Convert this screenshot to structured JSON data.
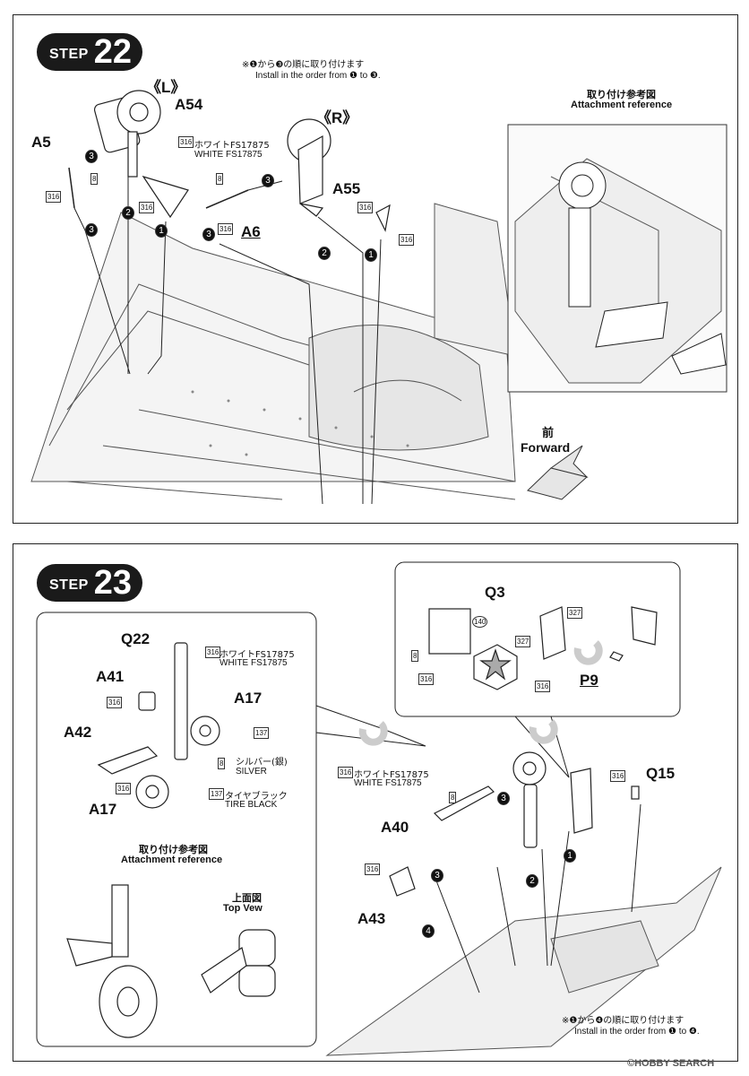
{
  "step22": {
    "badge_word": "STEP",
    "badge_num": "22",
    "note_jp": "※❶から❸の順に取り付けます",
    "note_en": "Install in the order from ❶ to ❸.",
    "label_L": "《L》",
    "label_R": "《R》",
    "parts": {
      "a54": "A54",
      "a5": "A5",
      "a55": "A55",
      "a6": "A6"
    },
    "paint_white_code": "316",
    "paint_white_jp": "ホワイトFS17875",
    "paint_white_en": "WHITE FS17875",
    "paint_code_8": "8",
    "ref_jp": "取り付け参考図",
    "ref_en": "Attachment reference",
    "forward_jp": "前",
    "forward_en": "Forward",
    "seq": [
      "1",
      "2",
      "3"
    ]
  },
  "step23": {
    "badge_word": "STEP",
    "badge_num": "23",
    "parts": {
      "q22": "Q22",
      "a41": "A41",
      "a42": "A42",
      "a17a": "A17",
      "a17b": "A17",
      "q3": "Q3",
      "p9": "P9",
      "a40": "A40",
      "a43": "A43",
      "q15": "Q15"
    },
    "white_code": "316",
    "white_jp": "ホワイトFS17875",
    "white_en": "WHITE FS17875",
    "code_137": "137",
    "code_8": "8",
    "code_327": "327",
    "code_140": "140",
    "silver_jp": "シルバー(銀)",
    "silver_en": "SILVER",
    "tire_jp": "タイヤブラック",
    "tire_en": "TIRE BLACK",
    "ref_jp": "取り付け参考図",
    "ref_en": "Attachment reference",
    "top_jp": "上面図",
    "top_en": "Top Vew",
    "note_jp": "※❶から❹の順に取り付けます",
    "note_en": "Install in the order from ❶ to ❹.",
    "seq": [
      "1",
      "2",
      "3",
      "4"
    ]
  },
  "watermark": "©HOBBY SEARCH"
}
